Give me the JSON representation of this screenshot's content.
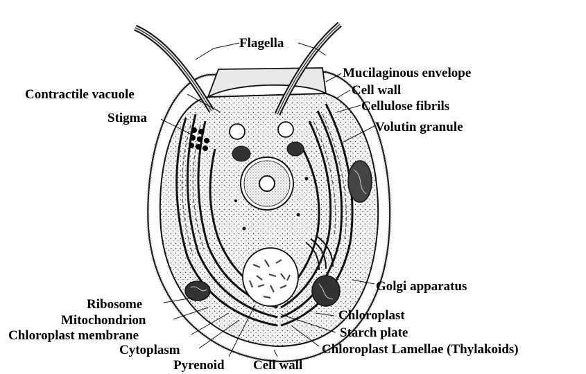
{
  "labels": {
    "flagella": "Flagella",
    "mucilaginous_envelope": "Mucilaginous envelope",
    "cell_wall_top": "Cell wall",
    "cellulose_fibrils": "Cellulose fibrils",
    "volutin_granule": "Volutin granule",
    "contractile_vacuole": "Contractile vacuole",
    "stigma": "Stigma",
    "golgi_apparatus": "Golgi apparatus",
    "ribosome": "Ribosome",
    "mitochondrion": "Mitochondrion",
    "chloroplast_membrane": "Chloroplast membrane",
    "chloroplast": "Chloroplast",
    "starch_plate": "Starch plate",
    "cytoplasm": "Cytoplasm",
    "chloroplast_lamellae": "Chloroplast Lamellae (Thylakoids)",
    "pyrenoid": "Pyrenoid",
    "cell_wall_bottom": "Cell wall"
  }
}
